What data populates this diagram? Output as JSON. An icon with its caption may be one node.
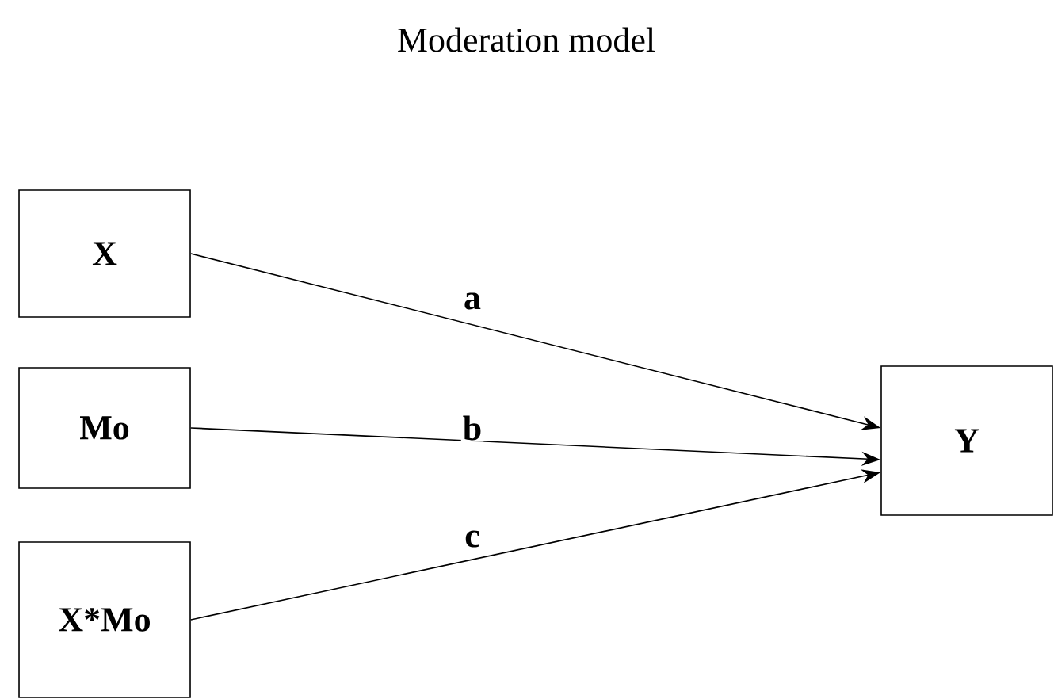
{
  "diagram": {
    "title": "Moderation model",
    "nodes": [
      {
        "text": [
          "X"
        ]
      },
      {
        "text": [
          "Mo"
        ]
      },
      {
        "text": [
          "X*Mo"
        ]
      },
      {
        "text": [
          "Y"
        ]
      }
    ],
    "edges": [
      {
        "from": 0,
        "to": 3,
        "arrow": "to",
        "label": "a"
      },
      {
        "from": 1,
        "to": 3,
        "arrow": "to",
        "label": "b"
      },
      {
        "from": 2,
        "to": 3,
        "arrow": "to",
        "label": "c"
      }
    ]
  }
}
